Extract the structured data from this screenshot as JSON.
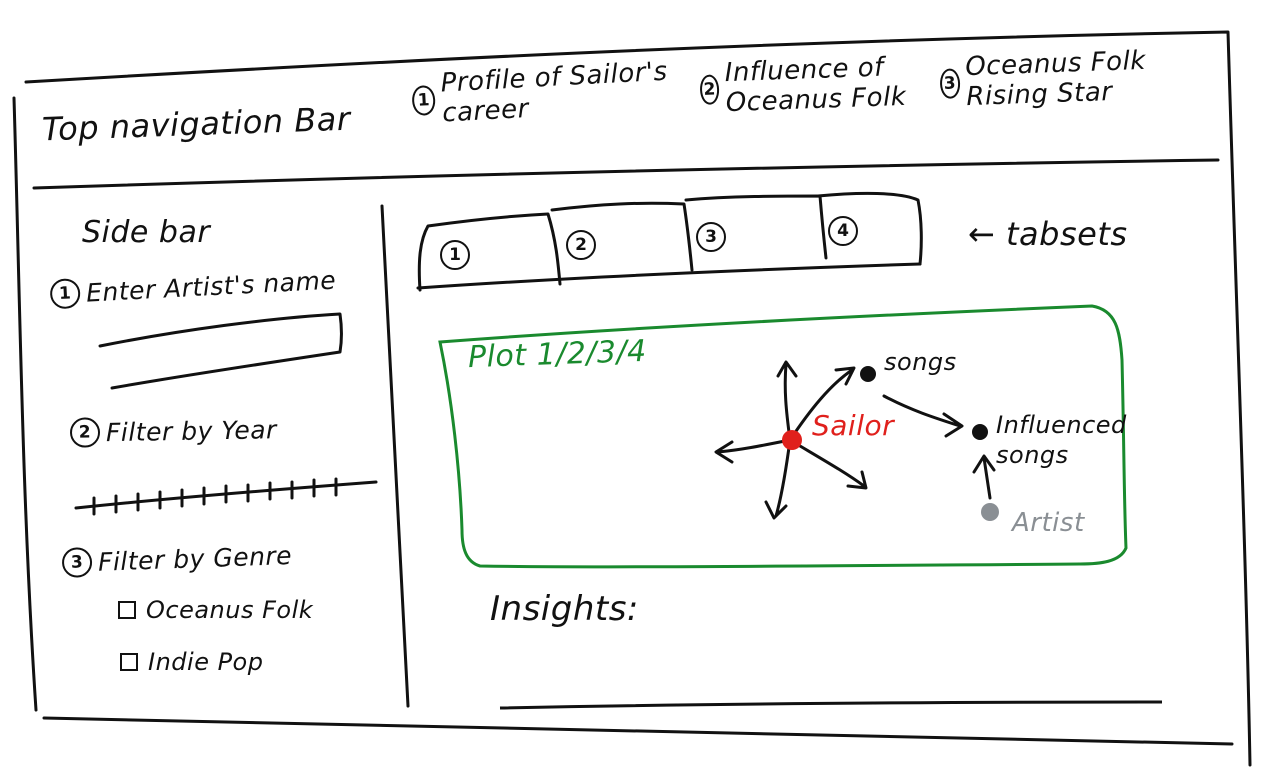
{
  "nav": {
    "title": "Top navigation Bar",
    "items": [
      {
        "num": "1",
        "label": "Profile of Sailor's career"
      },
      {
        "num": "2",
        "label": "Influence of Oceanus Folk"
      },
      {
        "num": "3",
        "label": "Oceanus Folk Rising Star"
      }
    ]
  },
  "sidebar": {
    "title": "Side bar",
    "artist": {
      "num": "1",
      "label": "Enter Artist's name"
    },
    "year": {
      "num": "2",
      "label": "Filter by Year"
    },
    "genre": {
      "num": "3",
      "label": "Filter by Genre",
      "options": [
        "Oceanus Folk",
        "Indie Pop"
      ]
    }
  },
  "tabs": [
    "1",
    "2",
    "3",
    "4"
  ],
  "tabsets_note": "← tabsets",
  "plot": {
    "title": "Plot 1/2/3/4",
    "nodes": {
      "sailor": "Sailor",
      "songs": "songs",
      "influenced": "Influenced songs",
      "artist": "Artist"
    }
  },
  "insights_label": "Insights:",
  "colors": {
    "ink": "#111111",
    "plot_border": "#1a8a2e",
    "sailor": "#e0201c",
    "artist": "#8a8f94"
  }
}
